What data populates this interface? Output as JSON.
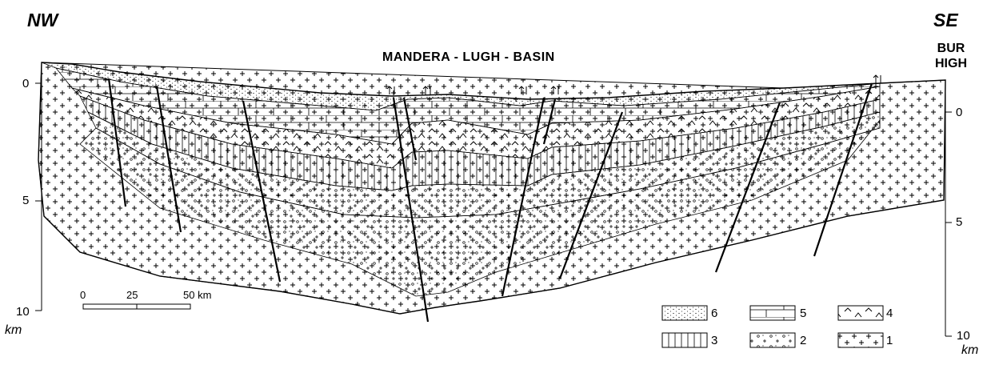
{
  "header": {
    "left_direction": "NW",
    "right_direction": "SE",
    "basin_title": "MANDERA - LUGH - BASIN",
    "high_label_line1": "BUR",
    "high_label_line2": "HIGH"
  },
  "left_axis": {
    "ticks": [
      "0",
      "5",
      "10"
    ],
    "unit": "km"
  },
  "right_axis": {
    "ticks": [
      "0",
      "5",
      "10"
    ],
    "unit": "km"
  },
  "scale_bar": {
    "labels": [
      "0",
      "25",
      "50 km"
    ]
  },
  "legend": {
    "items": [
      {
        "number": "6",
        "pattern": "dotted-sand-icon"
      },
      {
        "number": "5",
        "pattern": "limestone-brick-icon"
      },
      {
        "number": "4",
        "pattern": "caret-evaporite-icon"
      },
      {
        "number": "3",
        "pattern": "vertical-line-icon"
      },
      {
        "number": "2",
        "pattern": "circle-sandstone-icon"
      },
      {
        "number": "1",
        "pattern": "cross-basement-icon"
      }
    ]
  }
}
